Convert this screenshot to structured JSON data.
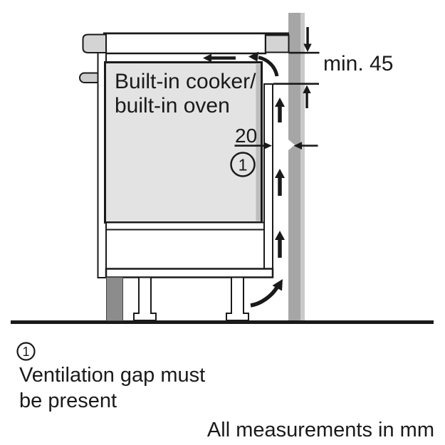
{
  "diagram": {
    "appliance_label": {
      "line1": "Built-in cooker/",
      "line2": "built-in oven"
    },
    "dimensions": {
      "top_clearance": "min. 45",
      "rear_gap": "20"
    },
    "callout": {
      "number": "1"
    }
  },
  "footnote": {
    "marker": "1",
    "line1": "Ventilation gap must",
    "line2": "be present"
  },
  "footer": {
    "units": "All measurements in mm"
  },
  "colors": {
    "background": "#ffffff",
    "outline": "#1a1a1a",
    "wall": "#a6a6a6",
    "wall_edge": "#c9c9c9",
    "appliance": "#e3e3e3",
    "appliance_shadow": "#bdbdbd",
    "worktop": "#d4d4d4",
    "handle": "#cccccc",
    "plinth": "#8c8c8c"
  }
}
